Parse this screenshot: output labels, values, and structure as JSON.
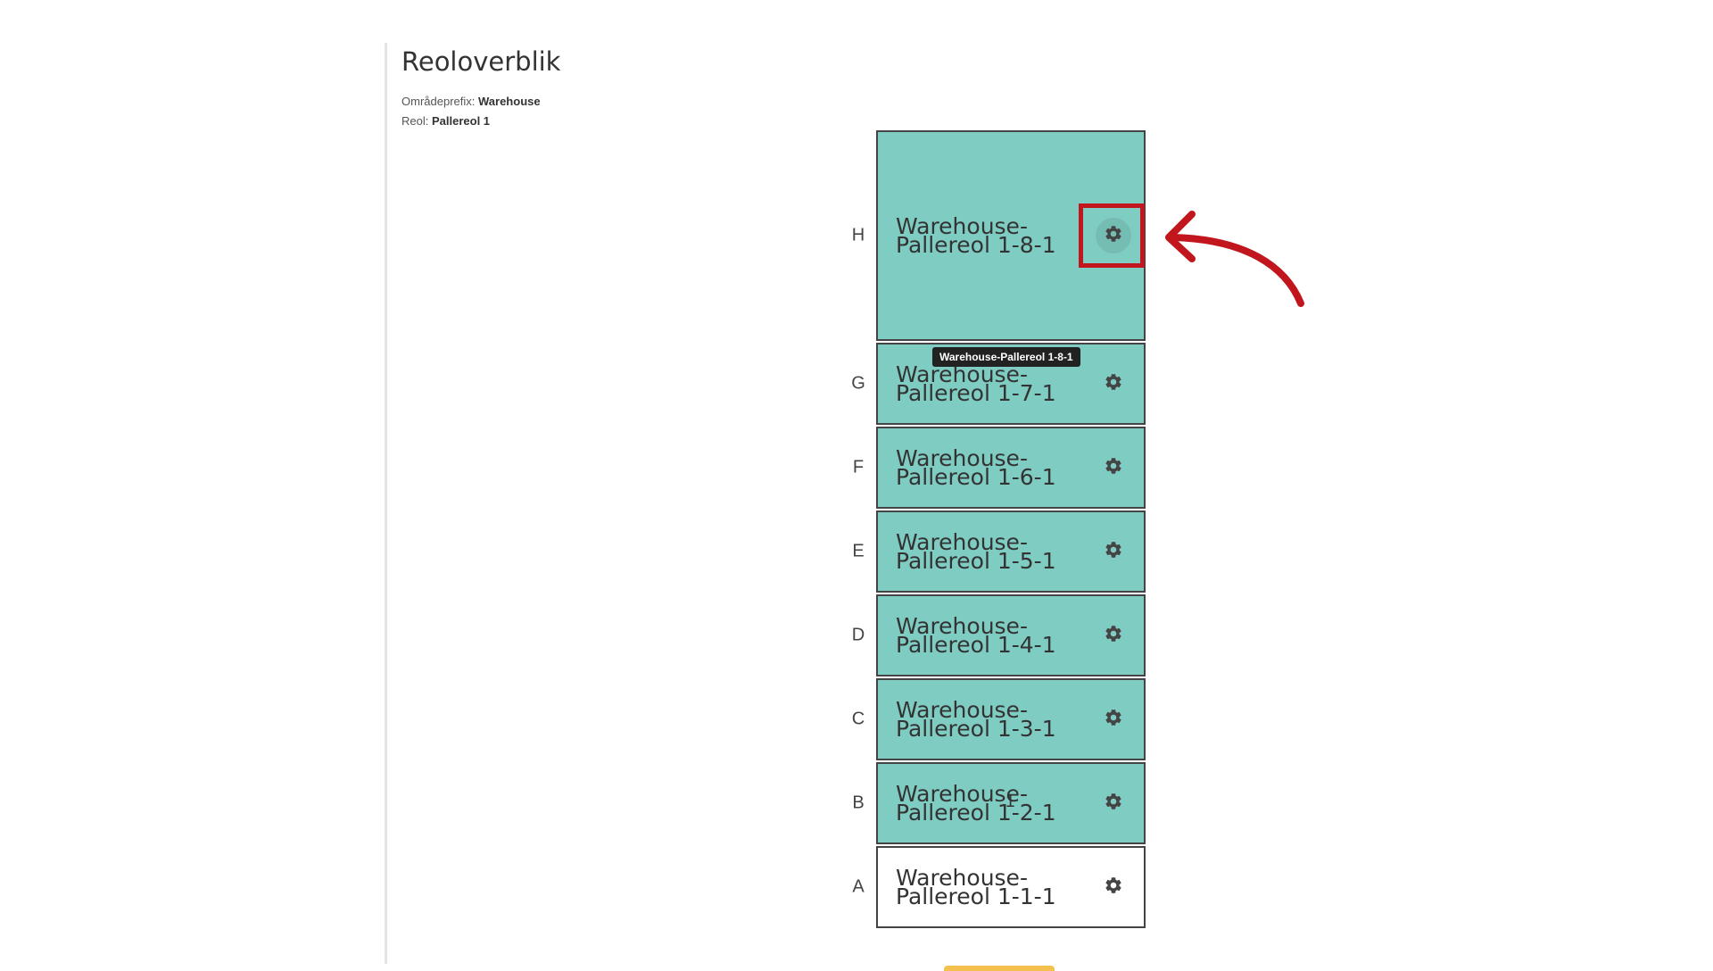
{
  "header": {
    "title": "Reoloverblik",
    "area_prefix_label": "Områdeprefix:",
    "area_prefix_value": "Warehouse",
    "shelf_label": "Reol:",
    "shelf_value": "Pallereol 1"
  },
  "rack": {
    "column_label": "1",
    "tooltip": "Warehouse-Pallereol 1-8-1",
    "rows": [
      {
        "row": "H",
        "line1": "Warehouse-",
        "line2": "Pallereol 1-8-1"
      },
      {
        "row": "G",
        "line1": "Warehouse-",
        "line2": "Pallereol 1-7-1"
      },
      {
        "row": "F",
        "line1": "Warehouse-",
        "line2": "Pallereol 1-6-1"
      },
      {
        "row": "E",
        "line1": "Warehouse-",
        "line2": "Pallereol 1-5-1"
      },
      {
        "row": "D",
        "line1": "Warehouse-",
        "line2": "Pallereol 1-4-1"
      },
      {
        "row": "C",
        "line1": "Warehouse-",
        "line2": "Pallereol 1-3-1"
      },
      {
        "row": "B",
        "line1": "Warehouse-",
        "line2": "Pallereol 1-2-1"
      },
      {
        "row": "A",
        "line1": "Warehouse-",
        "line2": "Pallereol 1-1-1"
      }
    ]
  },
  "colors": {
    "cell_fill": "#7fccc2",
    "cell_empty": "#ffffff",
    "annotation": "#c1161d"
  },
  "icons": {
    "cell_settings": "gear-icon"
  }
}
